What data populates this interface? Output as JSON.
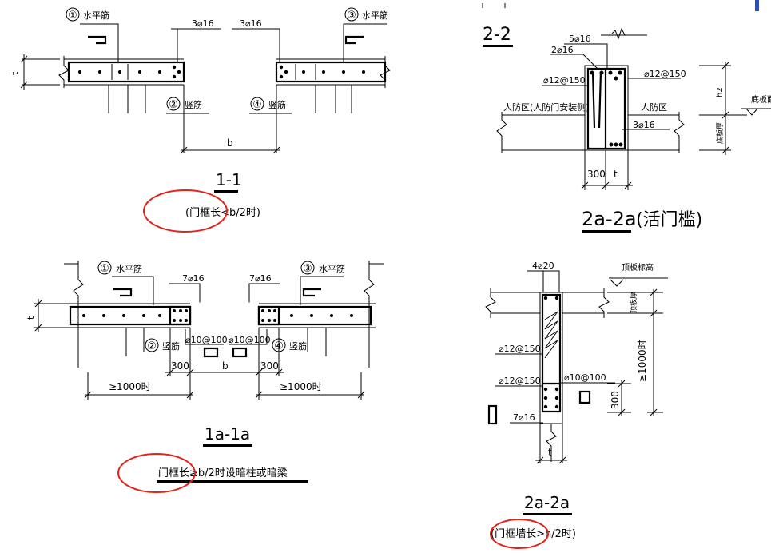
{
  "s11": {
    "c1": "①",
    "h1": "水平筋",
    "c3": "③",
    "h3": "水平筋",
    "r1": "3⌀16",
    "r2": "3⌀16",
    "c2": "②",
    "v2": "竖筋",
    "c4": "④",
    "v4": "竖筋",
    "t": "t",
    "b": "b",
    "title": "1-1",
    "note": "(门框长<b/2时)"
  },
  "s22": {
    "title": "2-2",
    "r1": "5⌀16",
    "r2": "2⌀16",
    "r3": "⌀12@150",
    "r4": "⌀12@150",
    "left_zone": "人防区(人防门安装侧)",
    "right_zone": "人防区",
    "r5": "3⌀16",
    "h2": "h2",
    "thick": "底板厚",
    "floor": "底板面",
    "d300": "300",
    "t": "t",
    "title2": "2a-2a",
    "title2_note": "(活门槛)"
  },
  "s1a": {
    "c1": "①",
    "h1": "水平筋",
    "c3": "③",
    "h3": "水平筋",
    "r1": "7⌀16",
    "r2": "7⌀16",
    "c2": "②",
    "v2": "竖筋",
    "c4": "④",
    "v4": "竖筋",
    "s1": "⌀10@100",
    "s2": "⌀10@100",
    "t": "t",
    "b": "b",
    "d1": "300",
    "d2": "300",
    "g1": "≥1000时",
    "g2": "≥1000时",
    "title": "1a-1a",
    "note": "门框长≥b/2时设暗柱或暗梁"
  },
  "s2a": {
    "r1": "4⌀20",
    "top": "顶板标高",
    "thick": "顶板厚",
    "r2": "⌀12@150",
    "r3": "⌀12@150",
    "r4": "⌀10@100",
    "r5": "7⌀16",
    "g": "≥1000时",
    "d300": "300",
    "t": "t",
    "title": "2a-2a",
    "note": "(门框墙长>h/2时)"
  },
  "colors": {
    "line": "#000000",
    "highlight": "#e0241b",
    "accent": "#1f4fd1"
  }
}
